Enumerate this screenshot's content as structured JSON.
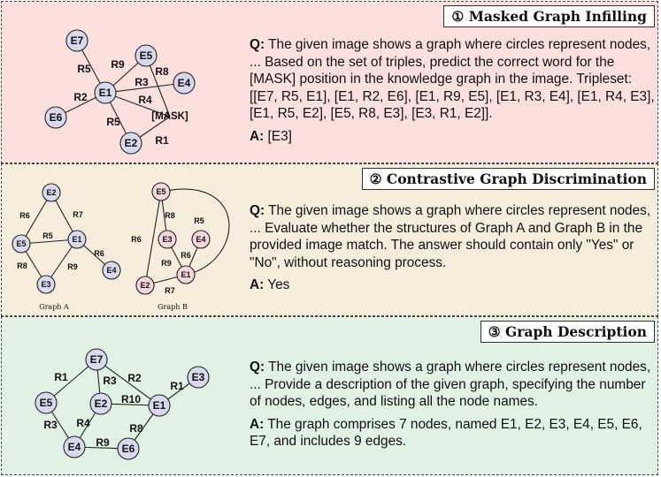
{
  "panels": [
    {
      "title": "① Masked Graph Infilling",
      "q_label": "Q:",
      "q_text": "The given image shows a graph where circles represent nodes, ... Based on the set of triples, predict the correct word for the [MASK] position in the knowledge graph in the image. Tripleset: [[E7, R5, E1], [E1, R2, E6], [E1, R9, E5], [E1, R3, E4], [E1, R4, E3], [E1, R5, E2], [E5, R8, E3], [E3, R1, E2]].",
      "a_label": "A:",
      "a_text": "[E3]",
      "graph": {
        "nodes": [
          {
            "id": "E7",
            "label": "E7"
          },
          {
            "id": "E5",
            "label": "E5"
          },
          {
            "id": "E4",
            "label": "E4"
          },
          {
            "id": "E1",
            "label": "E1"
          },
          {
            "id": "E6",
            "label": "E6"
          },
          {
            "id": "E2",
            "label": "E2"
          },
          {
            "id": "MASK",
            "label": "[MASK]"
          }
        ],
        "edges": [
          {
            "from": "E7",
            "to": "E1",
            "label": "R5"
          },
          {
            "from": "E1",
            "to": "E5",
            "label": "R9"
          },
          {
            "from": "E5",
            "to": "MASK",
            "label": "R8"
          },
          {
            "from": "E1",
            "to": "E4",
            "label": "R3"
          },
          {
            "from": "E1",
            "to": "MASK",
            "label": "R4"
          },
          {
            "from": "E1",
            "to": "E6",
            "label": "R2"
          },
          {
            "from": "E1",
            "to": "E2",
            "label": "R5"
          },
          {
            "from": "MASK",
            "to": "E2",
            "label": "R1"
          }
        ]
      }
    },
    {
      "title": "② Contrastive Graph Discrimination",
      "q_label": "Q:",
      "q_text": "The given image shows a graph where circles represent nodes, ... Evaluate whether the structures of Graph A and Graph B in the provided image match. The answer should contain only \"Yes\" or \"No\", without reasoning process.",
      "a_label": "A:",
      "a_text": "Yes",
      "graph_a": {
        "caption": "Graph A",
        "nodes": [
          {
            "id": "E2",
            "label": "E2"
          },
          {
            "id": "E5",
            "label": "E5"
          },
          {
            "id": "E1",
            "label": "E1"
          },
          {
            "id": "E3",
            "label": "E3"
          },
          {
            "id": "E4",
            "label": "E4"
          }
        ],
        "edges": [
          {
            "from": "E2",
            "to": "E5",
            "label": "R6"
          },
          {
            "from": "E2",
            "to": "E1",
            "label": "R7"
          },
          {
            "from": "E5",
            "to": "E1",
            "label": "R5"
          },
          {
            "from": "E5",
            "to": "E3",
            "label": "R8"
          },
          {
            "from": "E1",
            "to": "E3",
            "label": "R9"
          },
          {
            "from": "E1",
            "to": "E4",
            "label": "R6"
          }
        ]
      },
      "graph_b": {
        "caption": "Graph B",
        "nodes": [
          {
            "id": "E5",
            "label": "E5"
          },
          {
            "id": "E3",
            "label": "E3"
          },
          {
            "id": "E4",
            "label": "E4"
          },
          {
            "id": "E1",
            "label": "E1"
          },
          {
            "id": "E2",
            "label": "E2"
          }
        ],
        "edges": [
          {
            "from": "E5",
            "to": "E1",
            "label": "R5",
            "curved": true
          },
          {
            "from": "E5",
            "to": "E3",
            "label": "R8"
          },
          {
            "from": "E5",
            "to": "E2",
            "label": "R6"
          },
          {
            "from": "E3",
            "to": "E1",
            "label": "R9"
          },
          {
            "from": "E4",
            "to": "E1",
            "label": "R6"
          },
          {
            "from": "E2",
            "to": "E1",
            "label": "R7"
          }
        ]
      }
    },
    {
      "title": "③ Graph Description",
      "q_label": "Q:",
      "q_text": "The given image shows a graph where circles represent nodes, ... Provide a description of the given graph, specifying the number of nodes, edges, and listing all the node names.",
      "a_label": "A:",
      "a_text": "The graph comprises 7 nodes, named E1, E2, E3, E4, E5, E6, E7, and includes 9 edges.",
      "graph": {
        "nodes": [
          {
            "id": "E7",
            "label": "E7"
          },
          {
            "id": "E3",
            "label": "E3"
          },
          {
            "id": "E5",
            "label": "E5"
          },
          {
            "id": "E2",
            "label": "E2"
          },
          {
            "id": "E1",
            "label": "E1"
          },
          {
            "id": "E4",
            "label": "E4"
          },
          {
            "id": "E6",
            "label": "E6"
          }
        ],
        "edges": [
          {
            "from": "E7",
            "to": "E5",
            "label": "R1"
          },
          {
            "from": "E7",
            "to": "E2",
            "label": "R3"
          },
          {
            "from": "E7",
            "to": "E1",
            "label": "R2"
          },
          {
            "from": "E1",
            "to": "E3",
            "label": "R1"
          },
          {
            "from": "E2",
            "to": "E1",
            "label": "R10"
          },
          {
            "from": "E5",
            "to": "E4",
            "label": "R3"
          },
          {
            "from": "E2",
            "to": "E4",
            "label": "R4"
          },
          {
            "from": "E4",
            "to": "E6",
            "label": "R9"
          },
          {
            "from": "E1",
            "to": "E6",
            "label": "R8"
          }
        ]
      }
    }
  ],
  "colors": {
    "node_fill": "#d9d9ee",
    "node_fill_b": "#f4d6dc",
    "mask_text": "#d01010",
    "edge": "#222222"
  }
}
